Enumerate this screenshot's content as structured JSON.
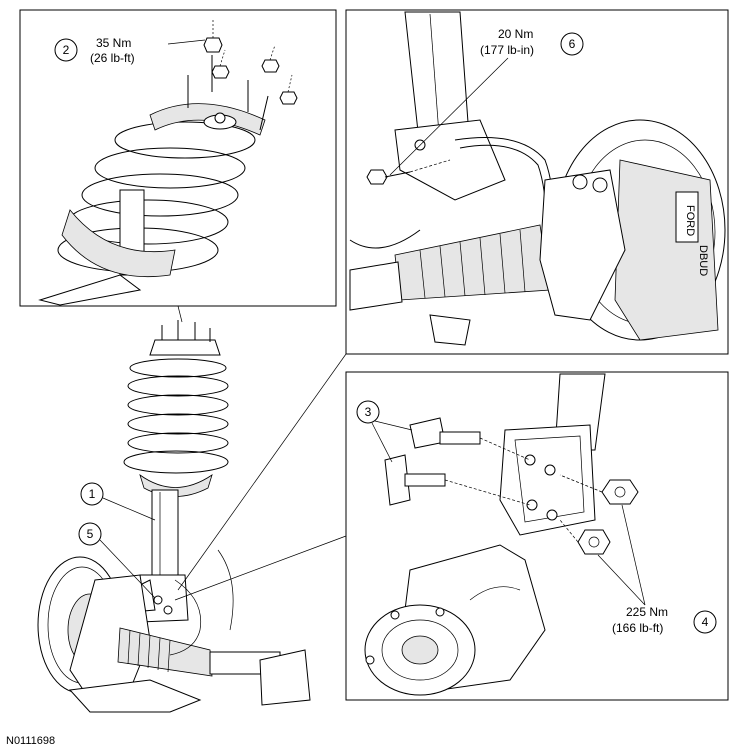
{
  "reference": "N0111698",
  "callouts": [
    {
      "id": "2",
      "label": "2"
    },
    {
      "id": "6",
      "label": "6"
    },
    {
      "id": "3",
      "label": "3"
    },
    {
      "id": "4",
      "label": "4"
    },
    {
      "id": "1",
      "label": "1"
    },
    {
      "id": "5",
      "label": "5"
    }
  ],
  "torques": {
    "top_mount": {
      "nm": "35 Nm",
      "imperial": "(26 lb-ft)"
    },
    "bracket_bolt": {
      "nm": "20 Nm",
      "imperial": "(177 lb-in)"
    },
    "knuckle_nuts": {
      "nm": "225 Nm",
      "imperial": "(166 lb-ft)"
    }
  },
  "caliper_text": {
    "top": "FORD",
    "side": "DBUD"
  }
}
